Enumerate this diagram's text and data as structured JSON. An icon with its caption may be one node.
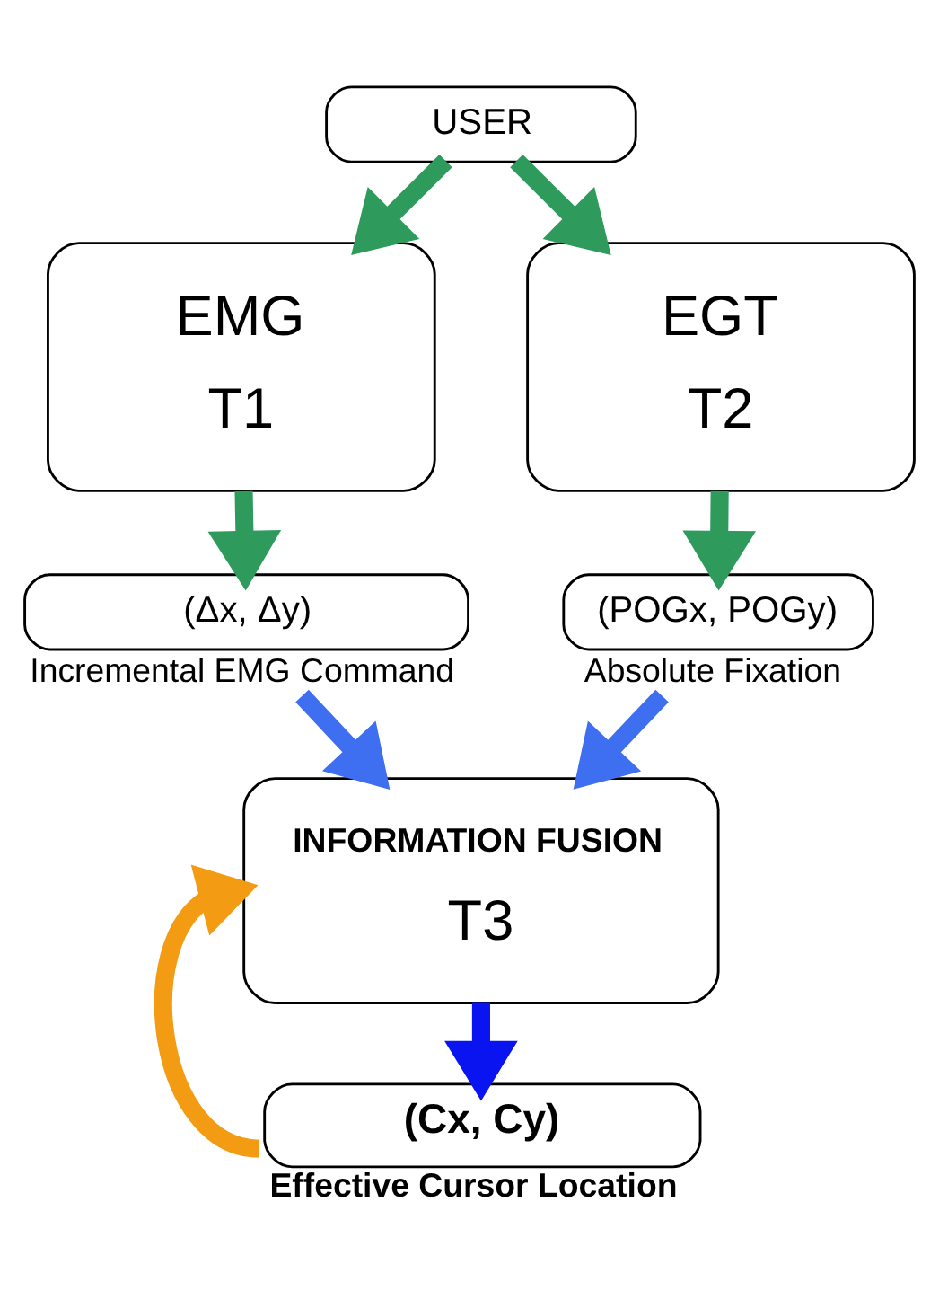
{
  "diagram": {
    "nodes": [
      {
        "text": [
          "USER"
        ]
      },
      {
        "text": [
          "EMG",
          "T1"
        ]
      },
      {
        "text": [
          "EGT",
          "T2"
        ]
      },
      {
        "text": [
          "(Δx, Δy)"
        ],
        "beside": [
          "Incremental EMG Command"
        ]
      },
      {
        "text": [
          "(POGx, POGy)"
        ],
        "beside": [
          "Absolute Fixation"
        ]
      },
      {
        "text": [
          "INFORMATION FUSION",
          "T3"
        ]
      },
      {
        "text": [
          "(Cx, Cy)"
        ],
        "beside": [
          "Effective Cursor Location"
        ]
      }
    ],
    "edges": [
      {
        "from": 0,
        "to": 1,
        "arrow": "to"
      },
      {
        "from": 0,
        "to": 2,
        "arrow": "to"
      },
      {
        "from": 1,
        "to": 3,
        "arrow": "to"
      },
      {
        "from": 2,
        "to": 4,
        "arrow": "to"
      },
      {
        "from": 3,
        "to": 5,
        "arrow": "to",
        "color": "#3d6ff0"
      },
      {
        "from": 4,
        "to": 5,
        "arrow": "to",
        "color": "#3d6ff0"
      },
      {
        "from": 5,
        "to": 6,
        "arrow": "to",
        "color": "#0a14f0"
      },
      {
        "from": 6,
        "to": 5,
        "arrow": "to",
        "color": "#f39b12"
      }
    ]
  }
}
